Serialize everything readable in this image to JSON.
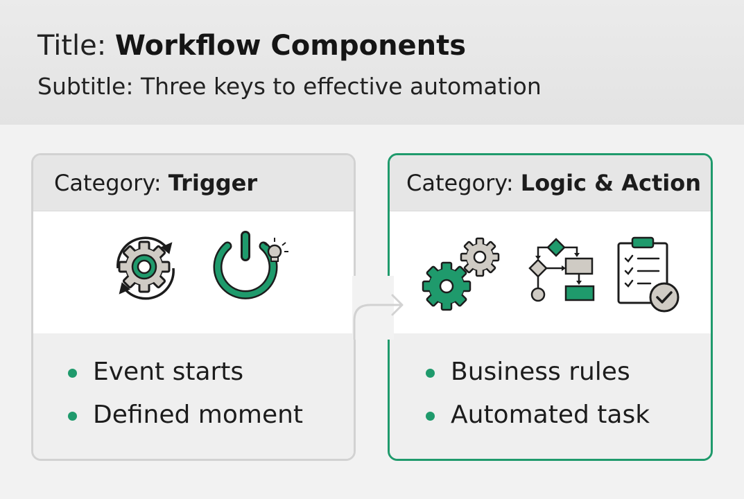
{
  "header": {
    "title_prefix": "Title:",
    "title": "Workflow Components",
    "subtitle_prefix": "Subtitle:",
    "subtitle": "Three keys to effective automation"
  },
  "cards": [
    {
      "category_prefix": "Category:",
      "category": "Trigger",
      "icons": [
        "cycle-gear-icon",
        "power-bulb-icon"
      ],
      "bullets": [
        "Event starts",
        "Defined moment"
      ]
    },
    {
      "category_prefix": "Category:",
      "category": "Logic & Action",
      "icons": [
        "gears-icon",
        "flowchart-icon",
        "checklist-clipboard-icon"
      ],
      "bullets": [
        "Business rules",
        "Automated task"
      ]
    }
  ],
  "colors": {
    "accent": "#1f9a6c",
    "icon_fill": "#cfcbc4",
    "stroke": "#1c1c1c",
    "header_bg": "#e6e6e6",
    "page_bg": "#f2f2f2",
    "trigger_border": "#d2d2d2"
  }
}
